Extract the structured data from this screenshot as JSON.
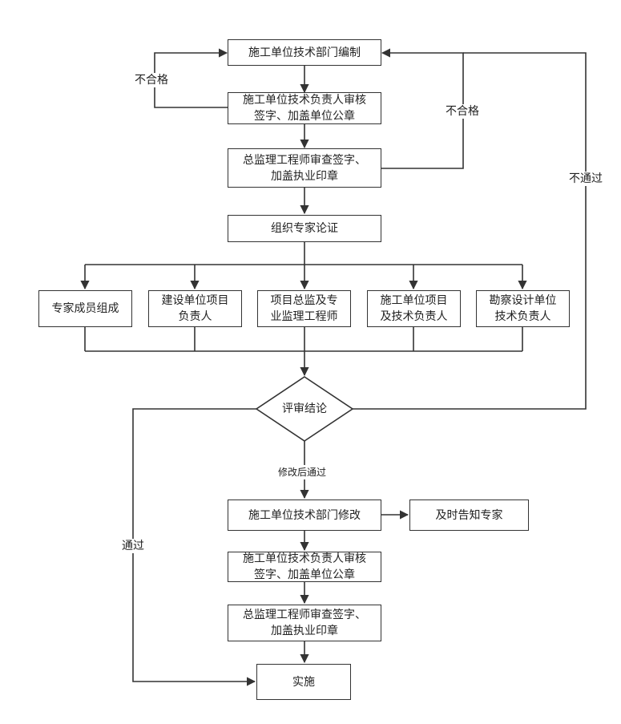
{
  "nodes": {
    "compile": "施工单位技术部门编制",
    "review1": "施工单位技术负责人审核\n签字、加盖单位公章",
    "chief1": "总监理工程师审查签字、\n加盖执业印章",
    "organize": "组织专家论证",
    "expert_members": "专家成员组成",
    "builder_lead": "建设单位项目\n负责人",
    "supervisor": "项目总监及专\n业监理工程师",
    "contractor_lead": "施工单位项目\n及技术负责人",
    "survey_lead": "勘察设计单位\n技术负责人",
    "decision": "评审结论",
    "modify": "施工单位技术部门修改",
    "notify": "及时告知专家",
    "review2": "施工单位技术负责人审核\n签字、加盖单位公章",
    "chief2": "总监理工程师审查签字、\n加盖执业印章",
    "implement": "实施"
  },
  "edge_labels": {
    "fail_left": "不合格",
    "fail_right": "不合格",
    "not_pass": "不通过",
    "pass": "通过",
    "pass_after_modify": "修改后通过"
  }
}
